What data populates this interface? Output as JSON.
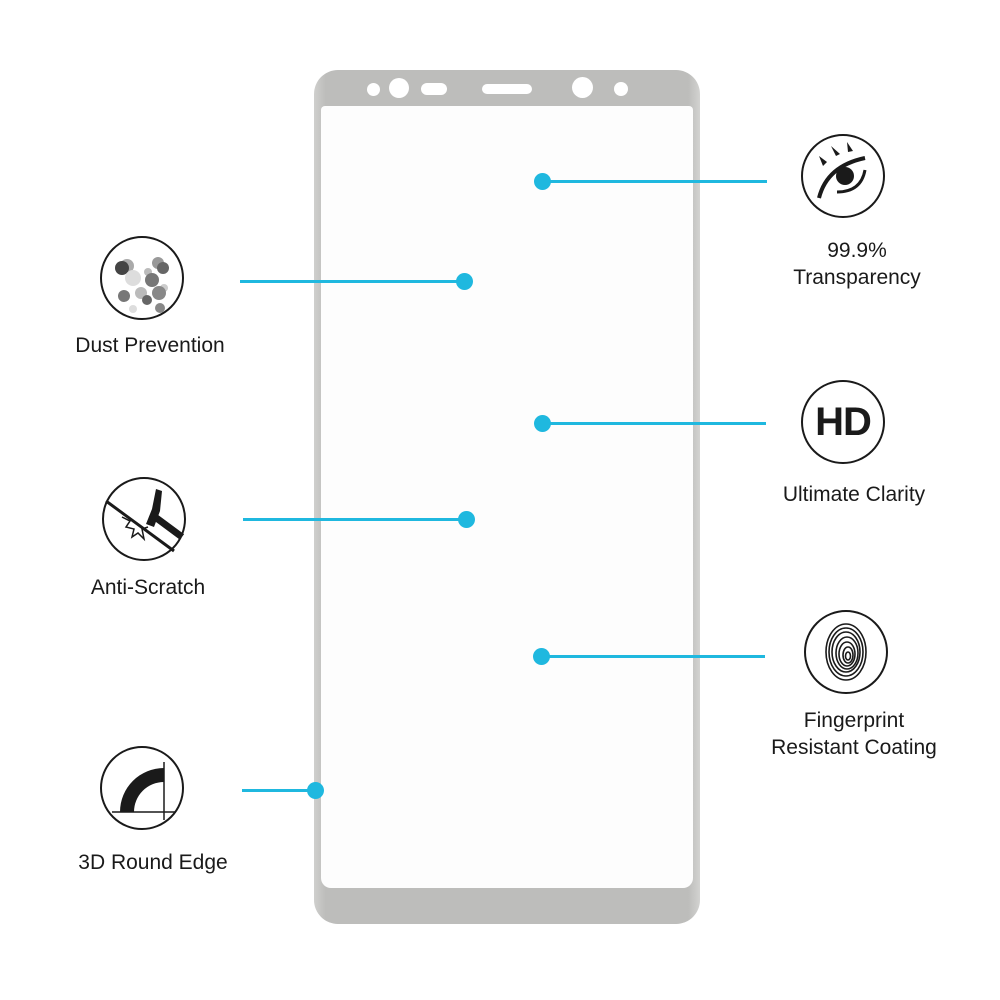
{
  "colors": {
    "accent": "#1fb8df",
    "frame": "#bdbdbb",
    "ink": "#1a1a1a"
  },
  "features": {
    "left": [
      {
        "id": "dust",
        "icon": "dust-particles-icon",
        "label": "Dust Prevention"
      },
      {
        "id": "scratch",
        "icon": "hammer-scratch-icon",
        "label": "Anti-Scratch"
      },
      {
        "id": "edge",
        "icon": "round-edge-icon",
        "label": "3D Round Edge"
      }
    ],
    "right": [
      {
        "id": "transparency",
        "icon": "eye-icon",
        "label_line1": "99.9%",
        "label_line2": "Transparency"
      },
      {
        "id": "clarity",
        "icon": "hd-icon",
        "icon_text": "HD",
        "label": "Ultimate Clarity"
      },
      {
        "id": "fingerprint",
        "icon": "fingerprint-icon",
        "label_line1": "Fingerprint",
        "label_line2": "Resistant Coating"
      }
    ]
  }
}
